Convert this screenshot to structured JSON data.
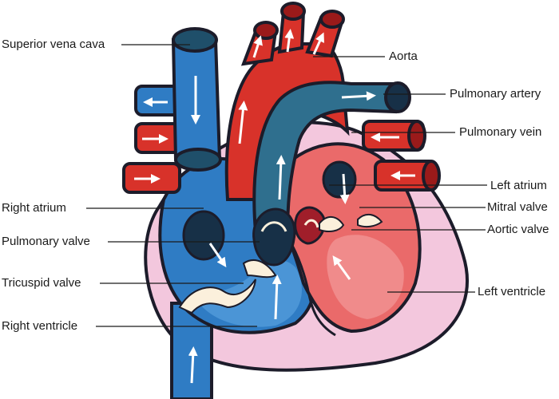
{
  "labels": {
    "superior_vena_cava": "Superior vena cava",
    "aorta": "Aorta",
    "pulmonary_artery": "Pulmonary artery",
    "pulmonary_vein": "Pulmonary vein",
    "left_atrium": "Left atrium",
    "right_atrium": "Right atrium",
    "mitral_valve": "Mitral valve",
    "aortic_valve": "Aortic valve",
    "pulmonary_valve": "Pulmonary valve",
    "tricuspid_valve": "Tricuspid valve",
    "left_ventricle": "Left ventricle",
    "right_ventricle": "Right ventricle"
  },
  "colors": {
    "deoxygenated": "#2f7cc4",
    "deoxygenated_dark": "#1f4f6a",
    "oxygenated": "#d8322a",
    "oxygenated_dark": "#9a1a1a",
    "pericardium": "#f3c7dd",
    "outline": "#1c1c2a",
    "valve_opening": "#173047",
    "valve_leaflet": "#fbf0dc"
  }
}
